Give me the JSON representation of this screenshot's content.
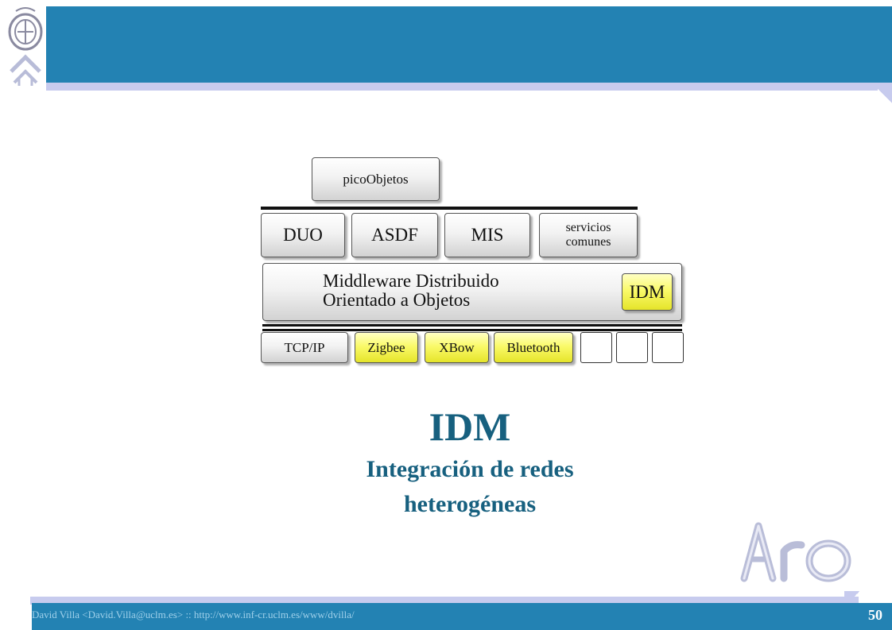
{
  "diagram": {
    "pico": "picoObjetos",
    "services": [
      "DUO",
      "ASDF",
      "MIS"
    ],
    "servicios_line1": "servicios",
    "servicios_line2": "comunes",
    "middleware_line1": "Middleware Distribuido",
    "middleware_line2": "Orientado a Objetos",
    "idm_box": "IDM",
    "networks": [
      "TCP/IP",
      "Zigbee",
      "XBow",
      "Bluetooth"
    ]
  },
  "title": {
    "main": "IDM",
    "sub_line1": "Integración  de redes",
    "sub_line2": "heterogéneas"
  },
  "footer": {
    "author": "David Villa <David.Villa@uclm.es> :: http://www.inf-cr.uclm.es/www/dvilla/",
    "page": "50"
  },
  "colors": {
    "header": "#2382b3",
    "title": "#17607f",
    "yellow_box": "#fafa6a",
    "shadow_band": "#c7cbee"
  },
  "icons": {
    "crest": "university-crest-icon",
    "logo": "arco-logo-icon"
  }
}
